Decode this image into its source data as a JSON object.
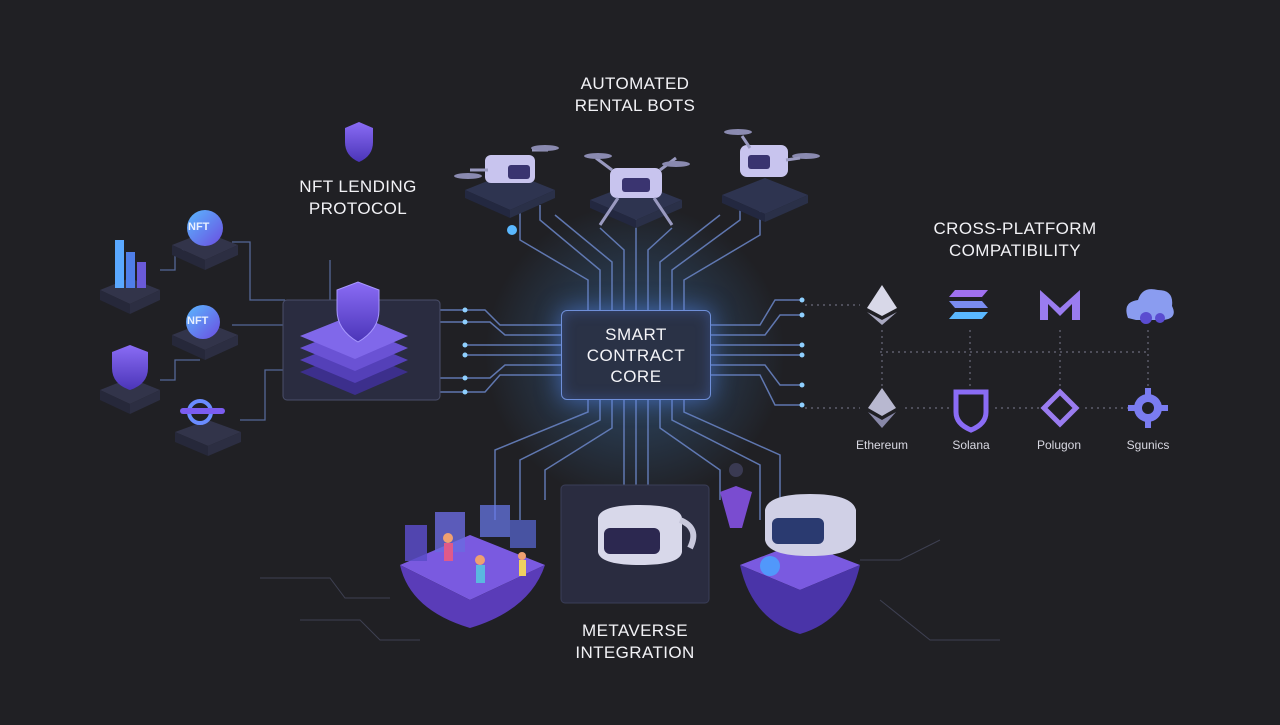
{
  "labels": {
    "rental_bots": "AUTOMATED\nRENTAL BOTS",
    "lending": "NFT LENDING\nPROTOCOL",
    "cross_platform": "CROSS-PLATFORM\nCOMPATIBILITY",
    "core": "SMART\nCONTRACT\nCORE",
    "metaverse": "METAVERSE\nINTEGRATION"
  },
  "nft_badges": [
    "NFT",
    "NFT"
  ],
  "chains": [
    {
      "name": "Ethereum",
      "icon": "ethereum-icon"
    },
    {
      "name": "Solana",
      "icon": "solana-shield-icon"
    },
    {
      "name": "Polugon",
      "icon": "polygon-icon"
    },
    {
      "name": "Sgunics",
      "icon": "gear-icon"
    }
  ],
  "chain_top_icons": [
    "ethereum-icon",
    "solana-icon",
    "m-logo-icon",
    "cloud-gear-icon"
  ],
  "colors": {
    "background": "#202024",
    "accent_blue": "#4aa3ff",
    "accent_purple": "#7b5cf0",
    "circuit": "#6b86c8"
  }
}
